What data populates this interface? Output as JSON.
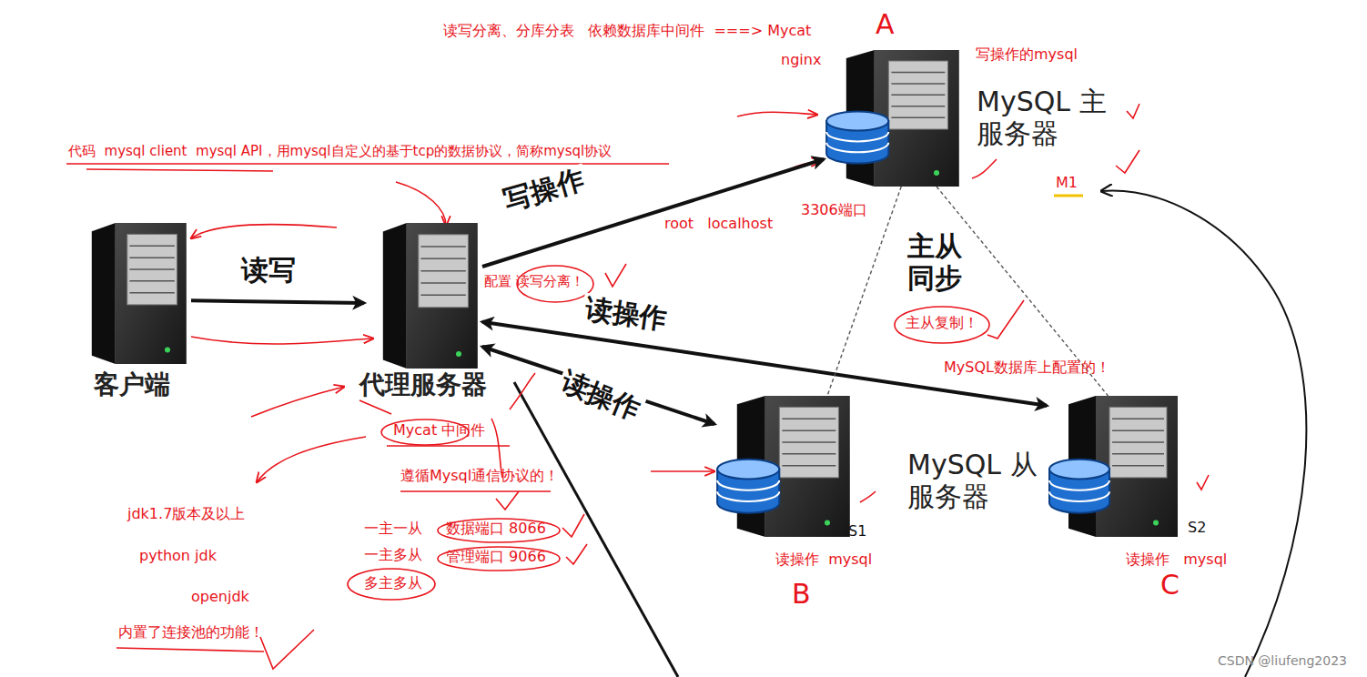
{
  "diagram": {
    "nodes": [
      {
        "text": [
          "客户端"
        ]
      },
      {
        "text": [
          "代理服务器"
        ]
      },
      {
        "text": [
          "MySQL 主服务器"
        ]
      },
      {
        "text": [
          "S1"
        ]
      },
      {
        "text": [
          "S2"
        ]
      }
    ],
    "edges": [
      {
        "from": 0,
        "to": 1,
        "label": "读写",
        "arrow": "to"
      },
      {
        "from": 1,
        "to": 2,
        "label": "写操作",
        "arrow": "to"
      },
      {
        "from": 1,
        "to": 4,
        "label": "读操作",
        "arrow": "both"
      },
      {
        "from": 1,
        "to": 3,
        "label": "读操作",
        "arrow": "both"
      },
      {
        "from": 2,
        "to": 3,
        "arrow": "none"
      },
      {
        "from": 2,
        "to": 4,
        "arrow": "none"
      }
    ],
    "labels": [
      "读写分离、分库分表   依赖数据库中间件  ===> Mycat",
      "nginx",
      "A",
      "写操作的mysql",
      "M1",
      "代码  mysql client  mysql API，用mysql自定义的基于tcp的数据协议，简称mysql协议",
      "root   localhost",
      "3306端口",
      "配置 读写分离！",
      "主从 同步",
      "主从复制！",
      "MySQL数据库上配置的！",
      "Mycat 中间件",
      "遵循Mysql通信协议的！",
      "jdk1.7版本及以上",
      "python jdk",
      "openjdk",
      "内置了连接池的功能！",
      "一主一从",
      "数据端口 8066",
      "一主多从",
      "管理端口 9066",
      "多主多从",
      "读操作  mysql",
      "B",
      "读操作   mysql",
      "C",
      "MySQL 从服务器",
      "CSDN @liufeng2023"
    ]
  }
}
